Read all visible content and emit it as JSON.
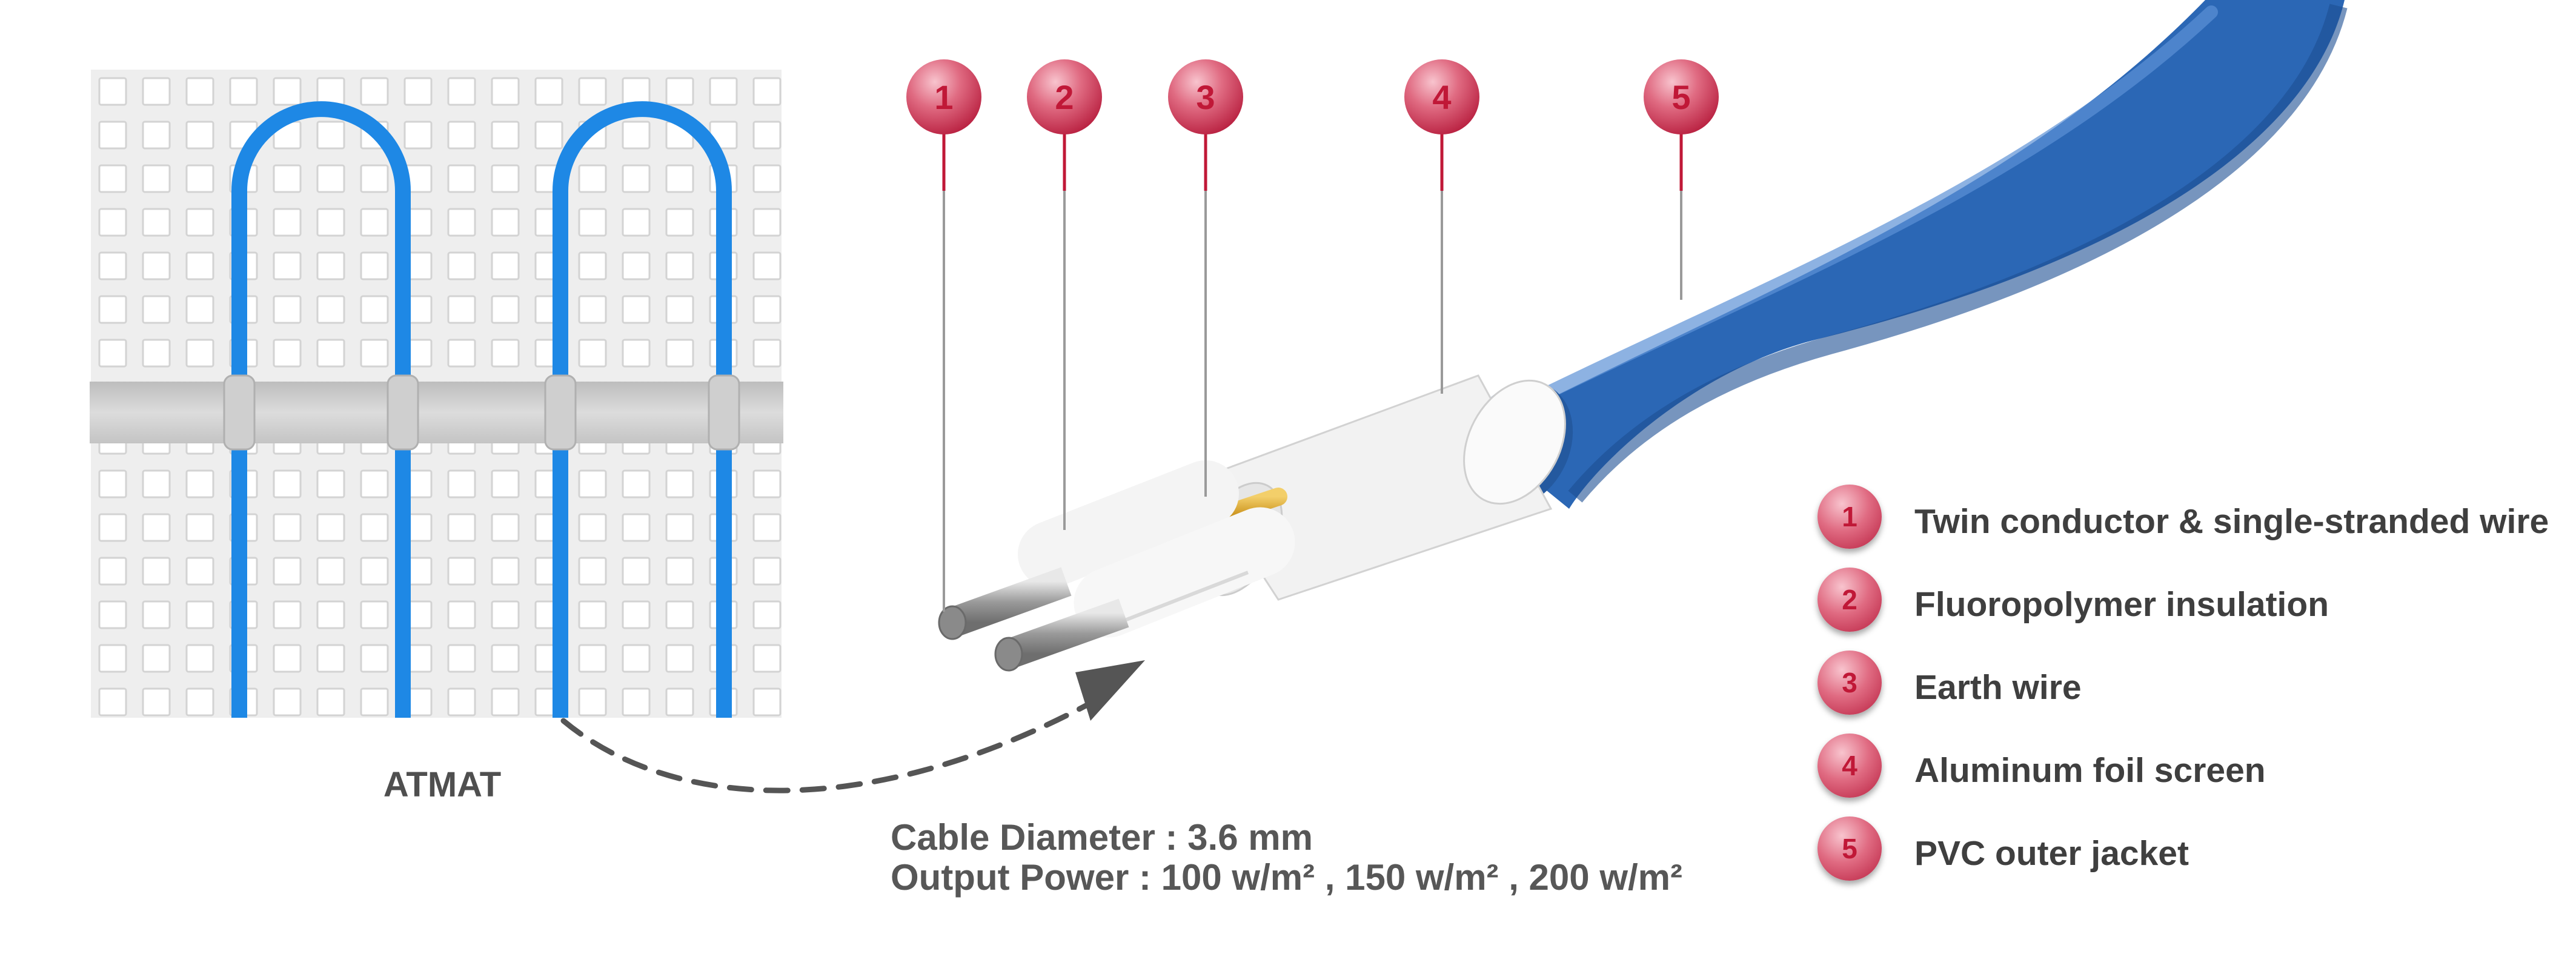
{
  "mat": {
    "label": "ATMAT"
  },
  "specs": {
    "diameter": "Cable Diameter : 3.6 mm",
    "power": "Output Power : 100 w/m² , 150 w/m² ,  200 w/m²"
  },
  "callouts": [
    "1",
    "2",
    "3",
    "4",
    "5"
  ],
  "legend": [
    {
      "number": "1",
      "text": "Twin conductor & single-stranded wire"
    },
    {
      "number": "2",
      "text": "Fluoropolymer insulation"
    },
    {
      "number": "3",
      "text": "Earth wire"
    },
    {
      "number": "4",
      "text": "Aluminum foil screen"
    },
    {
      "number": "5",
      "text": "PVC outer jacket"
    }
  ],
  "colors": {
    "cable_blue": "#2b67b5",
    "mat_blue": "#1e88e5",
    "badge_red": "#c01837",
    "text_gray": "#4f4f4f"
  }
}
